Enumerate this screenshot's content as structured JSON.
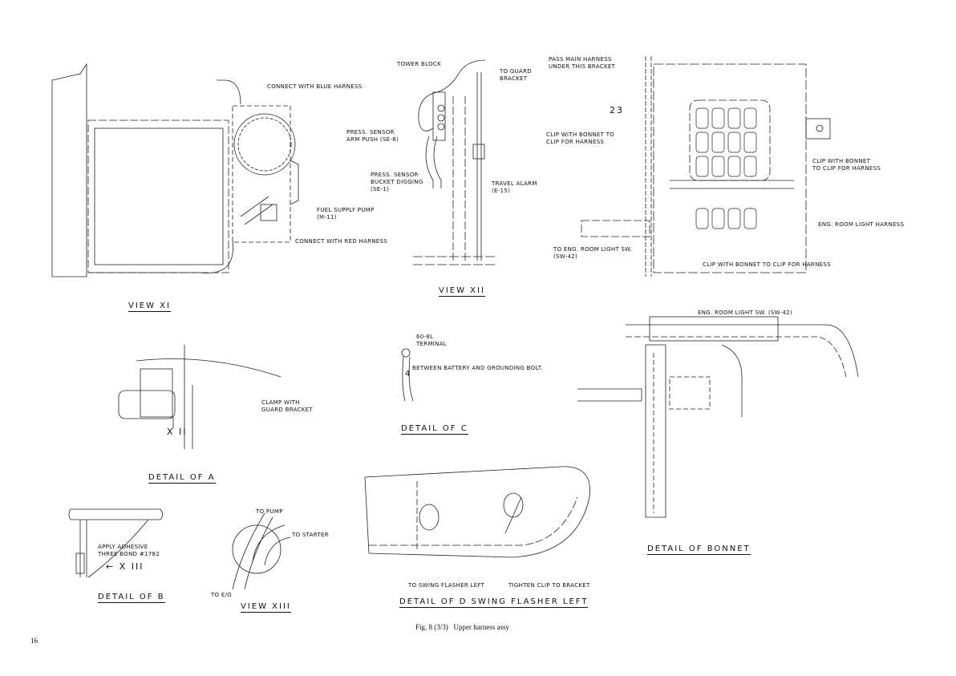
{
  "labels": {
    "connect_blue": "CONNECT WITH BLUE HARNESS",
    "tower_block": "TOWER BLOCK",
    "to_guard_bracket": "TO GUARD\nBRACKET",
    "pass_main": "PASS MAIN HARNESS\nUNDER THIS BRACKET",
    "num_23": "23",
    "press_arm": "PRESS. SENSOR\nARM PUSH (SE-8)",
    "clip_bonnet_1": "CLIP WITH BONNET TO\nCLIP FOR HARNESS",
    "clip_bonnet_2": "CLIP WITH BONNET\nTO CLIP FOR HARNESS",
    "press_bucket": "PRESS. SENSOR\nBUCKET DIGGING\n(SE-1)",
    "travel_alarm": "TRAVEL ALARM\n(E-15)",
    "fuel_pump": "FUEL SUPPLY PUMP\n(M-11)",
    "eng_room_harness": "ENG. ROOM LIGHT HARNESS",
    "connect_red": "CONNECT WITH RED HARNESS",
    "to_eng_sw": "TO ENG. ROOM LIGHT SW.\n(SW-42)",
    "clip_bonnet_3": "CLIP WITH BONNET TO CLIP FOR HARNESS",
    "eng_room_sw": "ENG. ROOM LIGHT SW. (SW-42)",
    "terminal": "60-8L\nTERMINAL",
    "battery": "BETWEEN BATTERY AND GROUNDING BOLT.",
    "num_4": "4",
    "clamp": "CLAMP WITH\nGUARD BRACKET",
    "x2_arrow": "X II",
    "to_pump": "TO PUMP",
    "to_starter": "TO STARTER",
    "adhesive": "APPLY ADHESIVE\nTHREE BOND #1782",
    "x3_arrow": "X III",
    "to_swing": "TO SWING FLASHER LEFT",
    "tighten": "TIGHTEN CLIP TO BRACKET",
    "to_eg": "TO E/G"
  },
  "titles": {
    "view_xi": "VIEW XI",
    "view_xii": "VIEW XII",
    "view_xiii": "VIEW XIII",
    "detail_a": "DETAIL OF A",
    "detail_b": "DETAIL OF B",
    "detail_c": "DETAIL OF C",
    "detail_d": "DETAIL OF D SWING FLASHER LEFT",
    "detail_bonnet": "DETAIL OF BONNET"
  },
  "caption": "Fig. 8 (3/3)   Upper harness assy",
  "page_number": "16"
}
